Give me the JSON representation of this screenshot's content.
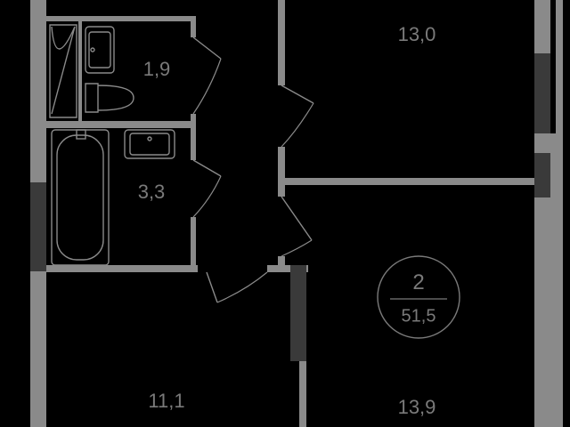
{
  "rooms": [
    {
      "id": "room-top-right",
      "area": "13,0"
    },
    {
      "id": "room-toilet",
      "area": "1,9"
    },
    {
      "id": "room-bathroom",
      "area": "3,3"
    },
    {
      "id": "room-bottom-left",
      "area": "11,1"
    },
    {
      "id": "room-bottom-right",
      "area": "13,9"
    }
  ],
  "badge": {
    "rooms_count": "2",
    "total_area": "51,5"
  },
  "colors": {
    "background": "#000000",
    "wall": "#8a8a8a",
    "dark_wall": "#3a3a3a",
    "label": "#7a7a7a"
  }
}
